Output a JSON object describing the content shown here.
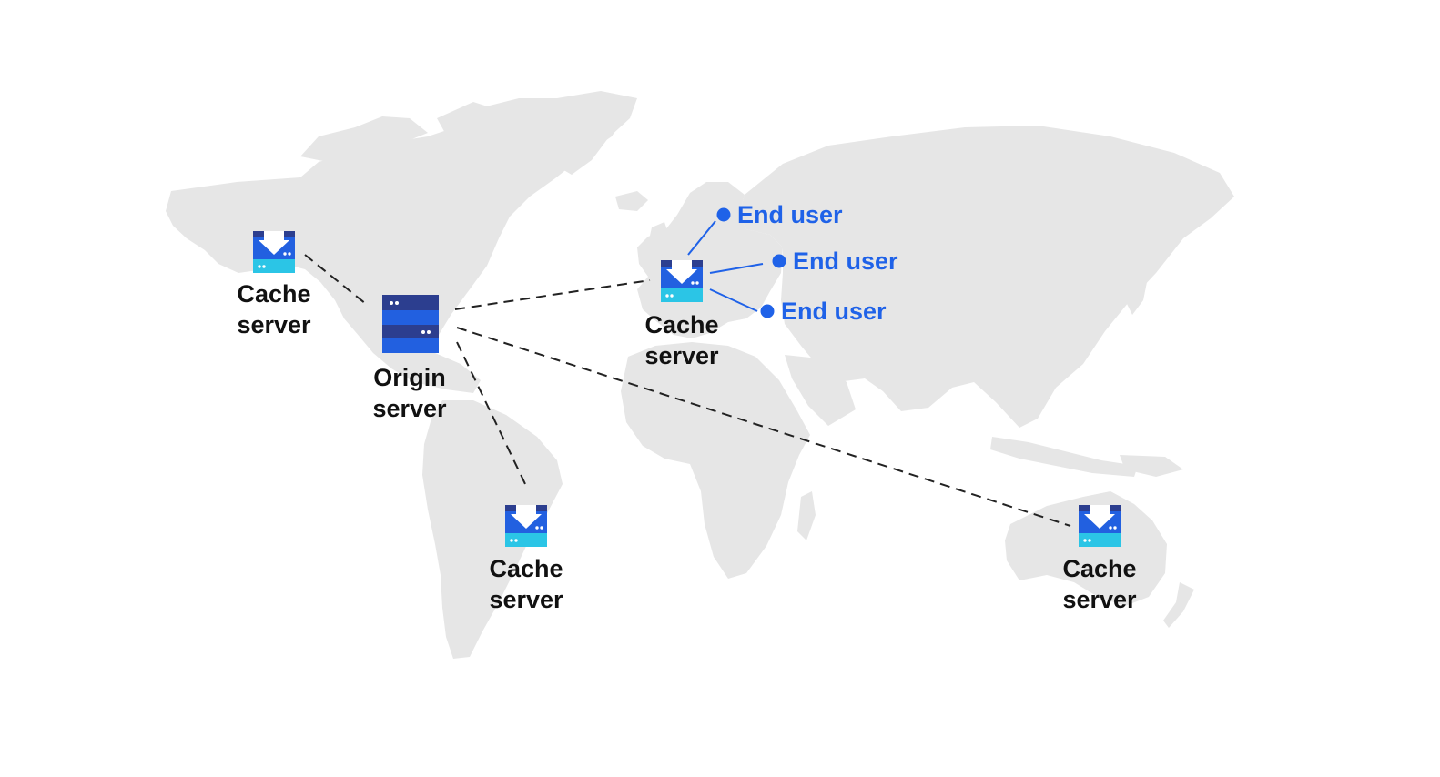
{
  "colors": {
    "land": "#e6e6e6",
    "connector": "#222222",
    "accent": "#1f62e8",
    "server_dark": "#2c3e8f",
    "server_blue": "#2260e0",
    "cache_cyan": "#2bc5e6",
    "label_text": "#111111"
  },
  "origin": {
    "icon": "origin-server-icon",
    "line1": "Origin",
    "line2": "server"
  },
  "caches": [
    {
      "id": "north-america",
      "icon": "cache-server-icon",
      "line1": "Cache",
      "line2": "server"
    },
    {
      "id": "europe",
      "icon": "cache-server-icon",
      "line1": "Cache",
      "line2": "server"
    },
    {
      "id": "south-america",
      "icon": "cache-server-icon",
      "line1": "Cache",
      "line2": "server"
    },
    {
      "id": "australia",
      "icon": "cache-server-icon",
      "line1": "Cache",
      "line2": "server"
    }
  ],
  "end_users": [
    {
      "label": "End user"
    },
    {
      "label": "End user"
    },
    {
      "label": "End user"
    }
  ]
}
